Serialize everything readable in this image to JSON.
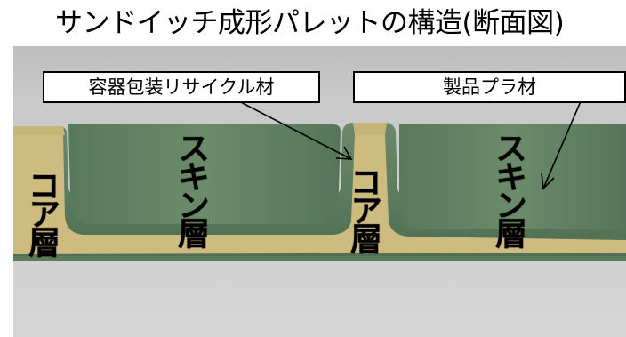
{
  "title": "サンドイッチ成形パレットの構造(断面図)",
  "callouts": {
    "recycle_material": "容器包装リサイクル材",
    "product_plastic": "製品プラ材"
  },
  "layer_labels": {
    "core_left": "コア層",
    "skin_left": "スキン層",
    "core_mid": "コア層",
    "skin_right": "スキン層"
  },
  "colors": {
    "skin_green": "#5f7f5f",
    "core_tan": "#cdbb80",
    "background_gray": "#cccccc"
  }
}
